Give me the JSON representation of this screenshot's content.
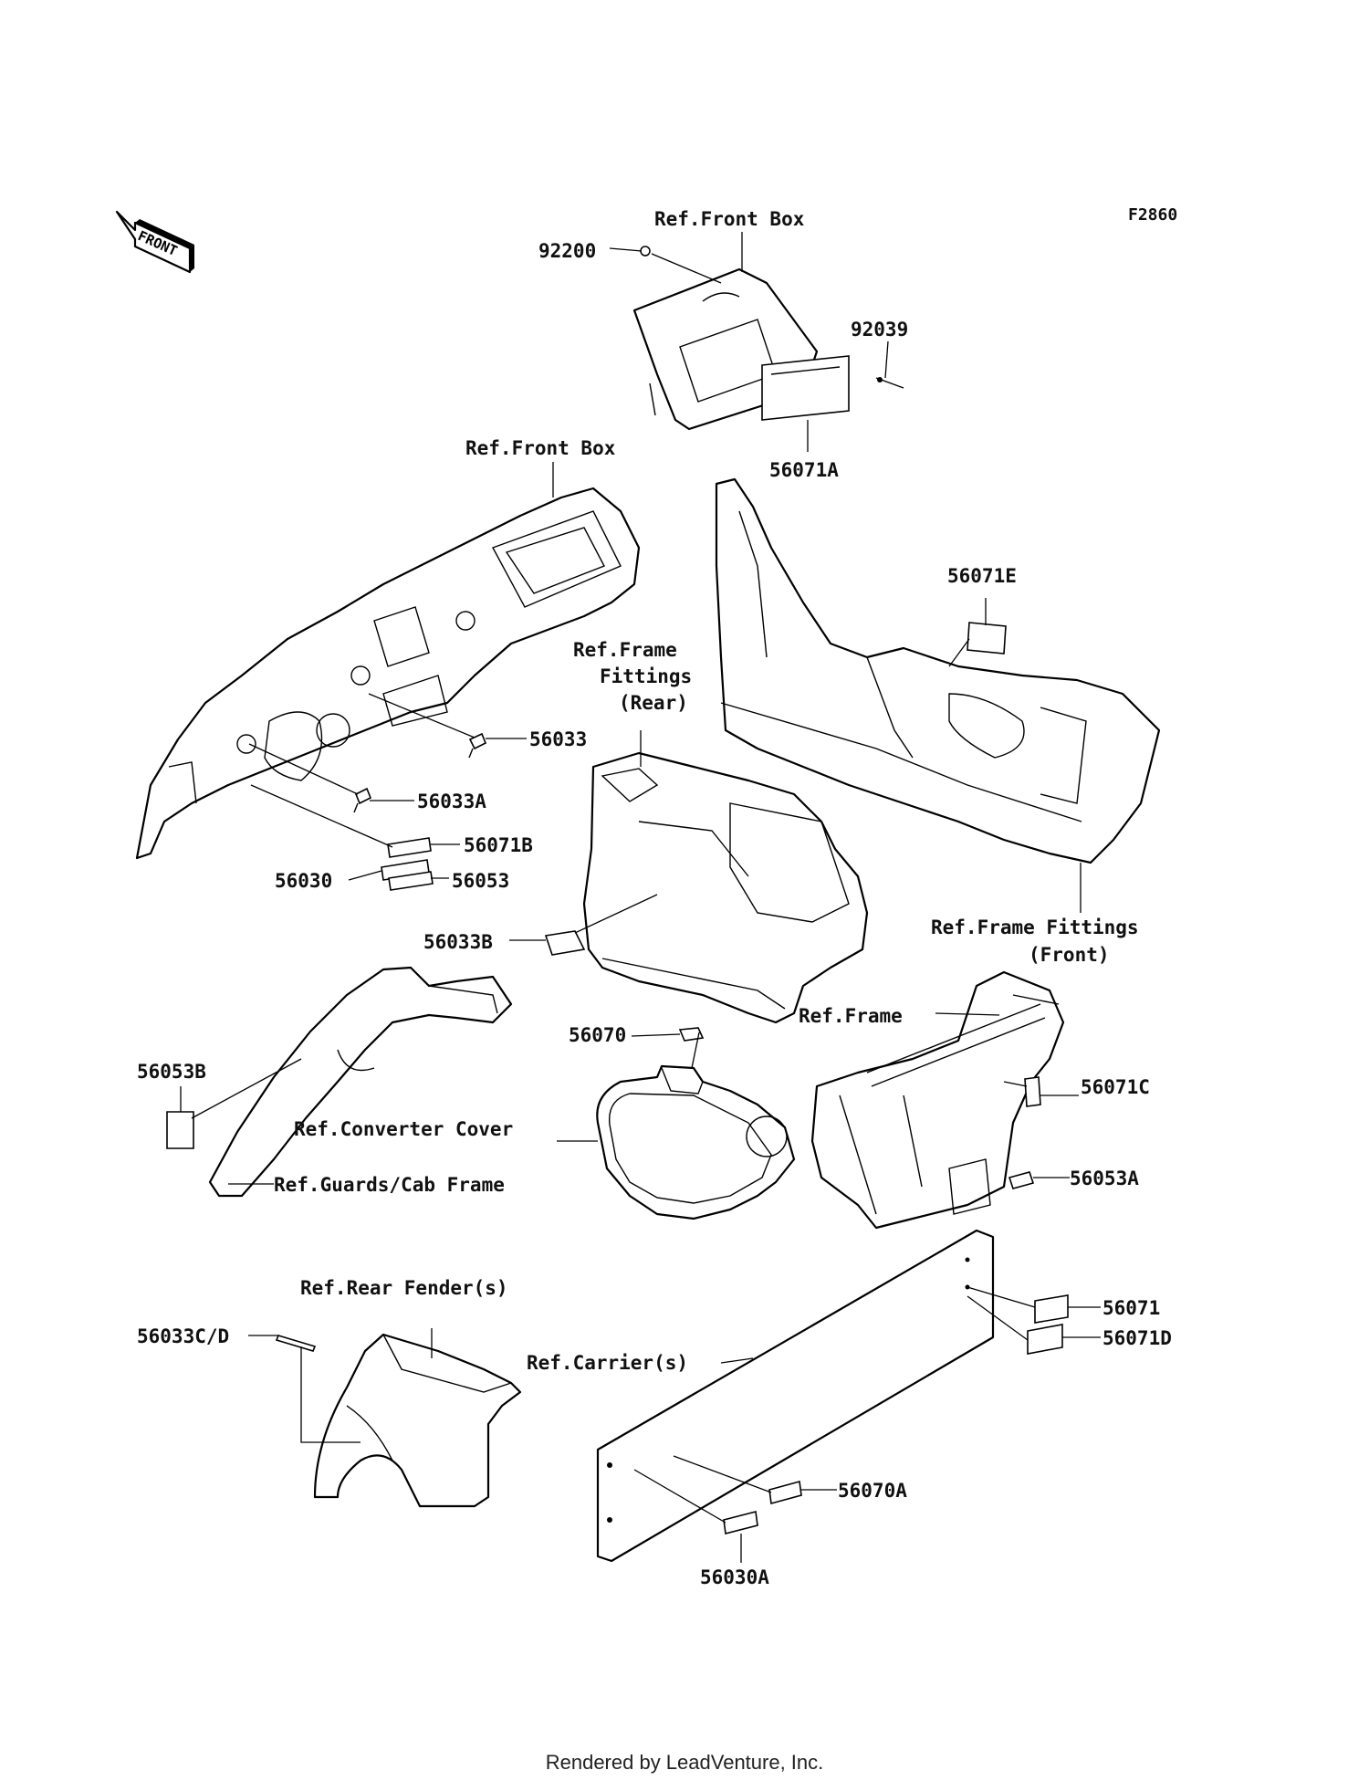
{
  "diagram_code": "F2860",
  "front_arrow_text": "FRONT",
  "labels": {
    "ref_front_box_top": "Ref.Front Box",
    "p92200": "92200",
    "p92039": "92039",
    "p56071A": "56071A",
    "ref_front_box_dash": "Ref.Front Box",
    "p56071E": "56071E",
    "ref_frame_fittings_rear_1": "Ref.Frame",
    "ref_frame_fittings_rear_2": "Fittings",
    "ref_frame_fittings_rear_3": "(Rear)",
    "p56033": "56033",
    "p56033A": "56033A",
    "p56071B": "56071B",
    "p56030": "56030",
    "p56053": "56053",
    "p56033B": "56033B",
    "ref_frame_fittings_front_1": "Ref.Frame Fittings",
    "ref_frame_fittings_front_2": "(Front)",
    "ref_frame": "Ref.Frame",
    "p56070": "56070",
    "p56053B": "56053B",
    "p56071C": "56071C",
    "ref_converter_cover": "Ref.Converter Cover",
    "p56053A": "56053A",
    "ref_guards_cab_frame": "Ref.Guards/Cab Frame",
    "ref_rear_fender": "Ref.Rear Fender(s)",
    "p56071": "56071",
    "p56033CD": "56033C/D",
    "p56071D": "56071D",
    "ref_carrier": "Ref.Carrier(s)",
    "p56070A": "56070A",
    "p56030A": "56030A"
  },
  "footer": "Rendered by LeadVenture, Inc."
}
